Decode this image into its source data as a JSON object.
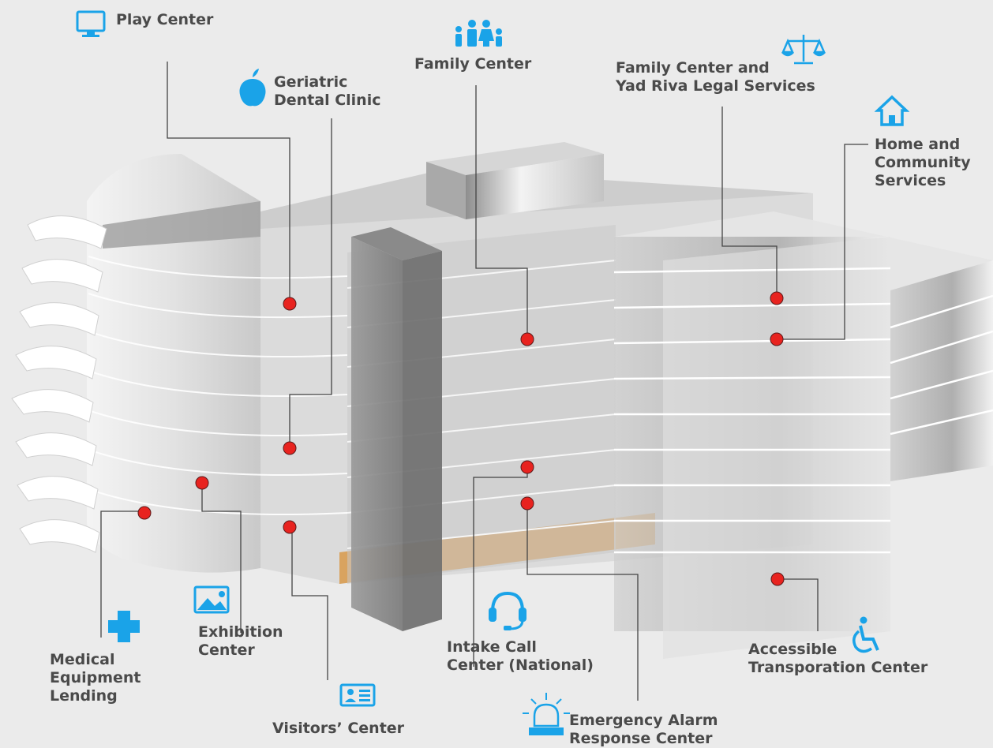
{
  "colors": {
    "background": "#ebebeb",
    "accent_blue": "#1aa3e8",
    "marker_red": "#e8231f",
    "label_text": "#4a4a4a",
    "ground_floor": "#d9a35f"
  },
  "labels": {
    "play_center": {
      "lines": [
        "Play Center"
      ],
      "icon": "monitor-icon"
    },
    "geriatric_dental": {
      "lines": [
        "Geriatric",
        "Dental Clinic"
      ],
      "icon": "apple-icon"
    },
    "family_center": {
      "lines": [
        "Family Center"
      ],
      "icon": "family-icon"
    },
    "family_legal": {
      "lines": [
        "Family Center and",
        "Yad Riva Legal Services"
      ],
      "icon": "scales-icon"
    },
    "home_community": {
      "lines": [
        "Home and",
        "Community",
        "Services"
      ],
      "icon": "house-icon"
    },
    "medical_equipment": {
      "lines": [
        "Medical",
        "Equipment",
        "Lending"
      ],
      "icon": "medical-cross-icon"
    },
    "exhibition": {
      "lines": [
        "Exhibition",
        "Center"
      ],
      "icon": "picture-icon"
    },
    "visitors": {
      "lines": [
        "Visitors’ Center"
      ],
      "icon": "id-card-icon"
    },
    "intake_call": {
      "lines": [
        "Intake Call",
        "Center (National)"
      ],
      "icon": "headset-icon"
    },
    "emergency_alarm": {
      "lines": [
        "Emergency Alarm",
        "Response Center"
      ],
      "icon": "siren-icon"
    },
    "accessible_transport": {
      "lines": [
        "Accessible",
        "Transporation Center"
      ],
      "icon": "wheelchair-icon"
    }
  }
}
